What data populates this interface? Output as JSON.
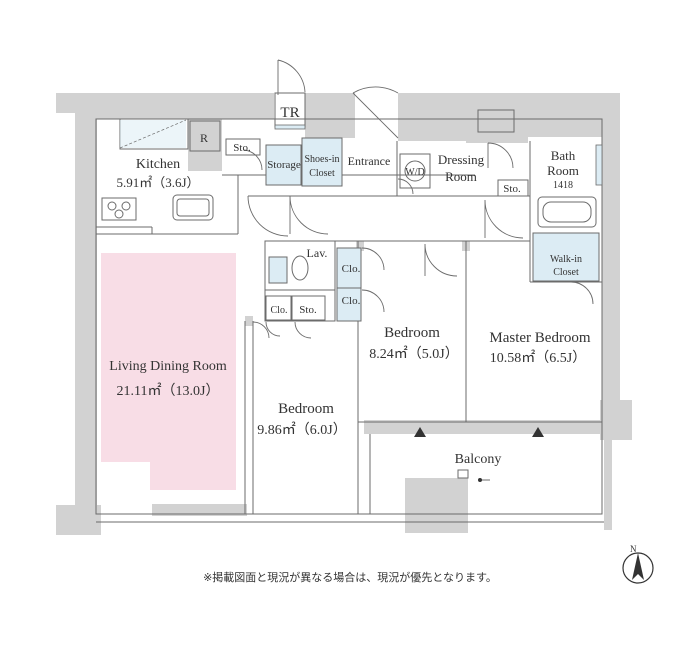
{
  "rooms": {
    "tr": "TR",
    "kitchen_name": "Kitchen",
    "kitchen_area": "5.91㎡（3.6J）",
    "fridge": "R",
    "sto_kitchen": "Sto.",
    "storage": "Storage",
    "shoes_1": "Shoes-in",
    "shoes_2": "Closet",
    "entrance": "Entrance",
    "wd": "W/D",
    "dressing_1": "Dressing",
    "dressing_2": "Room",
    "sto_dressing": "Sto.",
    "bath_1": "Bath",
    "bath_2": "Room",
    "bath_size": "1418",
    "lav": "Lav.",
    "clo_1": "Clo.",
    "clo_2": "Clo.",
    "clo_3": "Clo.",
    "sto_bed": "Sto.",
    "walkin_1": "Walk-in",
    "walkin_2": "Closet",
    "ldr_name": "Living Dining Room",
    "ldr_area": "21.11㎡（13.0J）",
    "bed1_name": "Bedroom",
    "bed1_area": "9.86㎡（6.0J）",
    "bed2_name": "Bedroom",
    "bed2_area": "8.24㎡（5.0J）",
    "master_name": "Master Bedroom",
    "master_area": "10.58㎡（6.5J）",
    "balcony": "Balcony",
    "north": "N"
  },
  "colors": {
    "wall": "#d2d2d2",
    "living_fill": "#f8dde6",
    "fixture_fill": "#dcecf4",
    "line": "#6b6b6b"
  },
  "note": "※掲載図面と現況が異なる場合は、現況が優先となります。"
}
